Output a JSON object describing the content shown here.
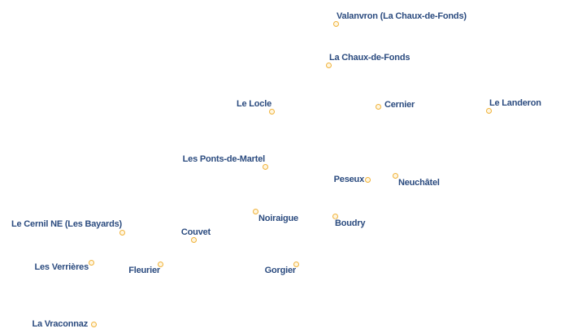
{
  "places": [
    {
      "id": "valanvron",
      "name": "Valanvron (La Chaux-de-Fonds)"
    },
    {
      "id": "la-chaux-de-fonds",
      "name": "La Chaux-de-Fonds"
    },
    {
      "id": "le-locle",
      "name": "Le Locle"
    },
    {
      "id": "cernier",
      "name": "Cernier"
    },
    {
      "id": "le-landeron",
      "name": "Le Landeron"
    },
    {
      "id": "les-ponts-de-martel",
      "name": "Les Ponts-de-Martel"
    },
    {
      "id": "peseux",
      "name": "Peseux"
    },
    {
      "id": "neuchatel",
      "name": "Neuchâtel"
    },
    {
      "id": "noiraigue",
      "name": "Noiraigue"
    },
    {
      "id": "boudry",
      "name": "Boudry"
    },
    {
      "id": "le-cernil",
      "name": "Le Cernil NE (Les Bayards)"
    },
    {
      "id": "couvet",
      "name": "Couvet"
    },
    {
      "id": "les-verrieres",
      "name": "Les Verrières"
    },
    {
      "id": "fleurier",
      "name": "Fleurier"
    },
    {
      "id": "gorgier",
      "name": "Gorgier"
    },
    {
      "id": "la-vraconnaz",
      "name": "La Vraconnaz"
    }
  ],
  "marker_color": "#f0b23a",
  "label_color": "#2b4b7f"
}
